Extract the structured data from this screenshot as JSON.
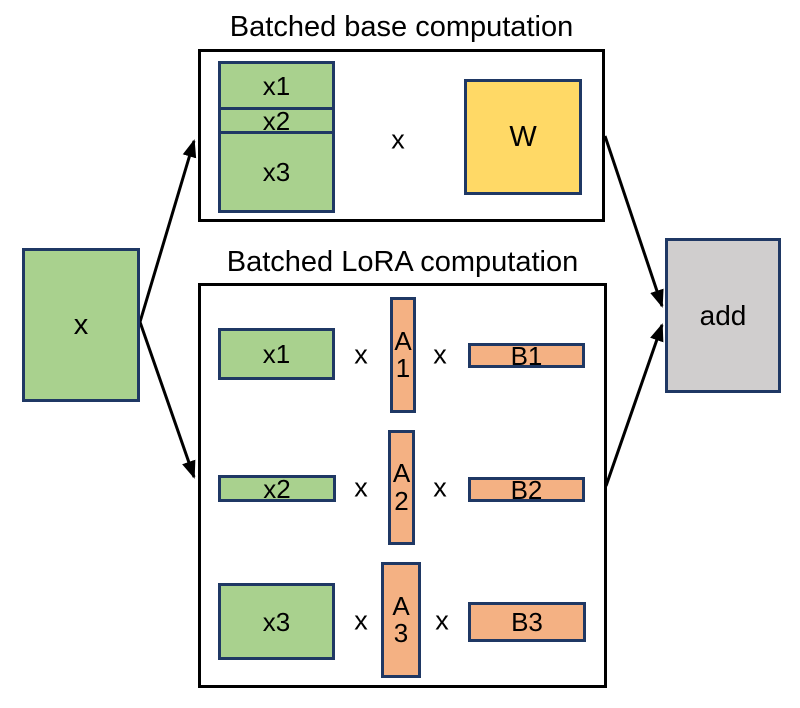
{
  "colors": {
    "green_fill": "#a9d18e",
    "orange_fill": "#f4b183",
    "yellow_fill": "#ffd966",
    "gray_fill": "#d0cece",
    "inner_border_navy": "#1f3864",
    "frame_border_black": "#000000",
    "arrow_black": "#000000"
  },
  "operator": "x",
  "input": {
    "label": "x"
  },
  "output": {
    "label": "add"
  },
  "base": {
    "title": "Batched base computation",
    "inputs": [
      "x1",
      "x2",
      "x3"
    ],
    "weight": "W"
  },
  "lora": {
    "title": "Batched LoRA computation",
    "rows": [
      {
        "input": "x1",
        "a": [
          "A",
          "1"
        ],
        "b": "B1"
      },
      {
        "input": "x2",
        "a": [
          "A",
          "2"
        ],
        "b": "B2"
      },
      {
        "input": "x3",
        "a": [
          "A",
          "3"
        ],
        "b": "B3"
      }
    ]
  }
}
